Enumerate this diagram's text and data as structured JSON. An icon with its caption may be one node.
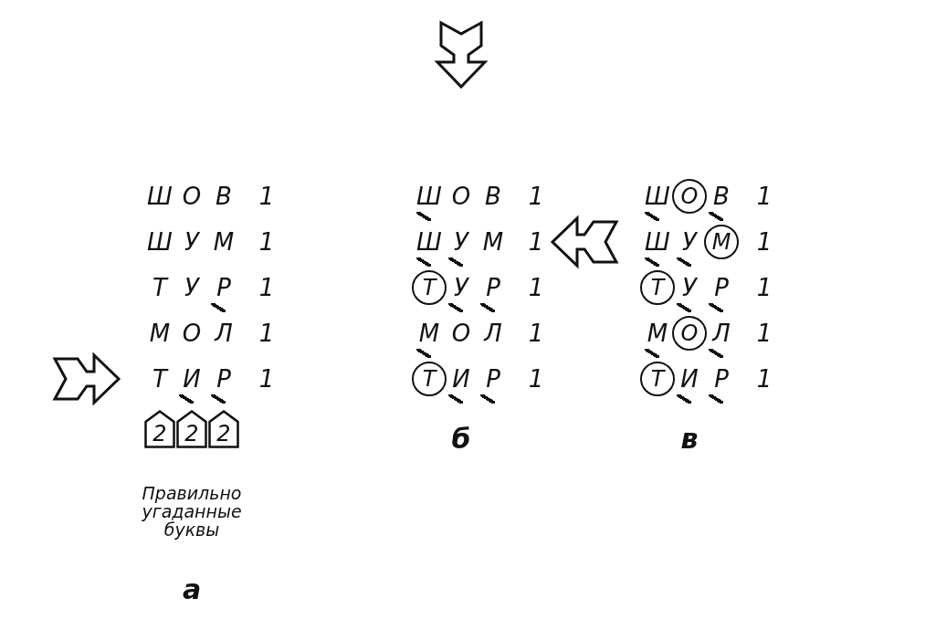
{
  "diagram": {
    "nodes": [
      {
        "text": [
          "2"
        ]
      },
      {
        "text": [
          "2"
        ]
      },
      {
        "text": [
          "2"
        ]
      },
      {
        "text": [
          "Т"
        ]
      },
      {
        "text": [
          "Т"
        ]
      },
      {
        "text": [
          "О"
        ]
      },
      {
        "text": [
          "М"
        ]
      },
      {
        "text": [
          "Т"
        ]
      },
      {
        "text": [
          "О"
        ]
      },
      {
        "text": [
          "Т"
        ]
      }
    ],
    "labels": [
      "Ш",
      "О",
      "В",
      "1",
      "Ш",
      "У",
      "М",
      "1",
      "Т",
      "У",
      "Р",
      "1",
      "М",
      "О",
      "Л",
      "1",
      "Т",
      "И",
      "Р",
      "1",
      "Правильно угаданные буквы",
      "а",
      "Ш",
      "О",
      "В",
      "1",
      "Ш",
      "У",
      "М",
      "1",
      "У",
      "Р",
      "1",
      "М",
      "О",
      "Л",
      "1",
      "И",
      "Р",
      "1",
      "б",
      "Ш",
      "В",
      "1",
      "Ш",
      "У",
      "1",
      "У",
      "Р",
      "1",
      "М",
      "Л",
      "1",
      "И",
      "Р",
      "1",
      "в"
    ]
  }
}
